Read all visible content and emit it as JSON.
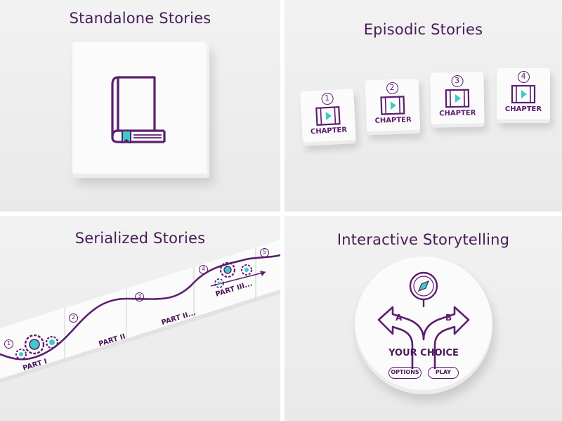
{
  "panels": {
    "standalone": {
      "title": "Standalone Stories"
    },
    "episodic": {
      "title": "Episodic Stories",
      "cubes": [
        {
          "num": "1",
          "label": "CHAPTER"
        },
        {
          "num": "2",
          "label": "CHAPTER"
        },
        {
          "num": "3",
          "label": "CHAPTER"
        },
        {
          "num": "4",
          "label": "CHAPTER"
        }
      ]
    },
    "serialized": {
      "title": "Serialized Stories",
      "markers": [
        "1",
        "2",
        "3",
        "4",
        "5"
      ],
      "parts": [
        "PART I",
        "PART II",
        "PART II...",
        "PART III..."
      ]
    },
    "interactive": {
      "title": "Interactive Storytelling",
      "path_a": "A",
      "path_b": "B",
      "choice": "YOUR CHOICE",
      "options_label": "OPTIONS",
      "play_label": "PLAY"
    }
  },
  "colors": {
    "purple": "#5b1e6e",
    "teal": "#3fc9c9",
    "background": "#ececec"
  }
}
